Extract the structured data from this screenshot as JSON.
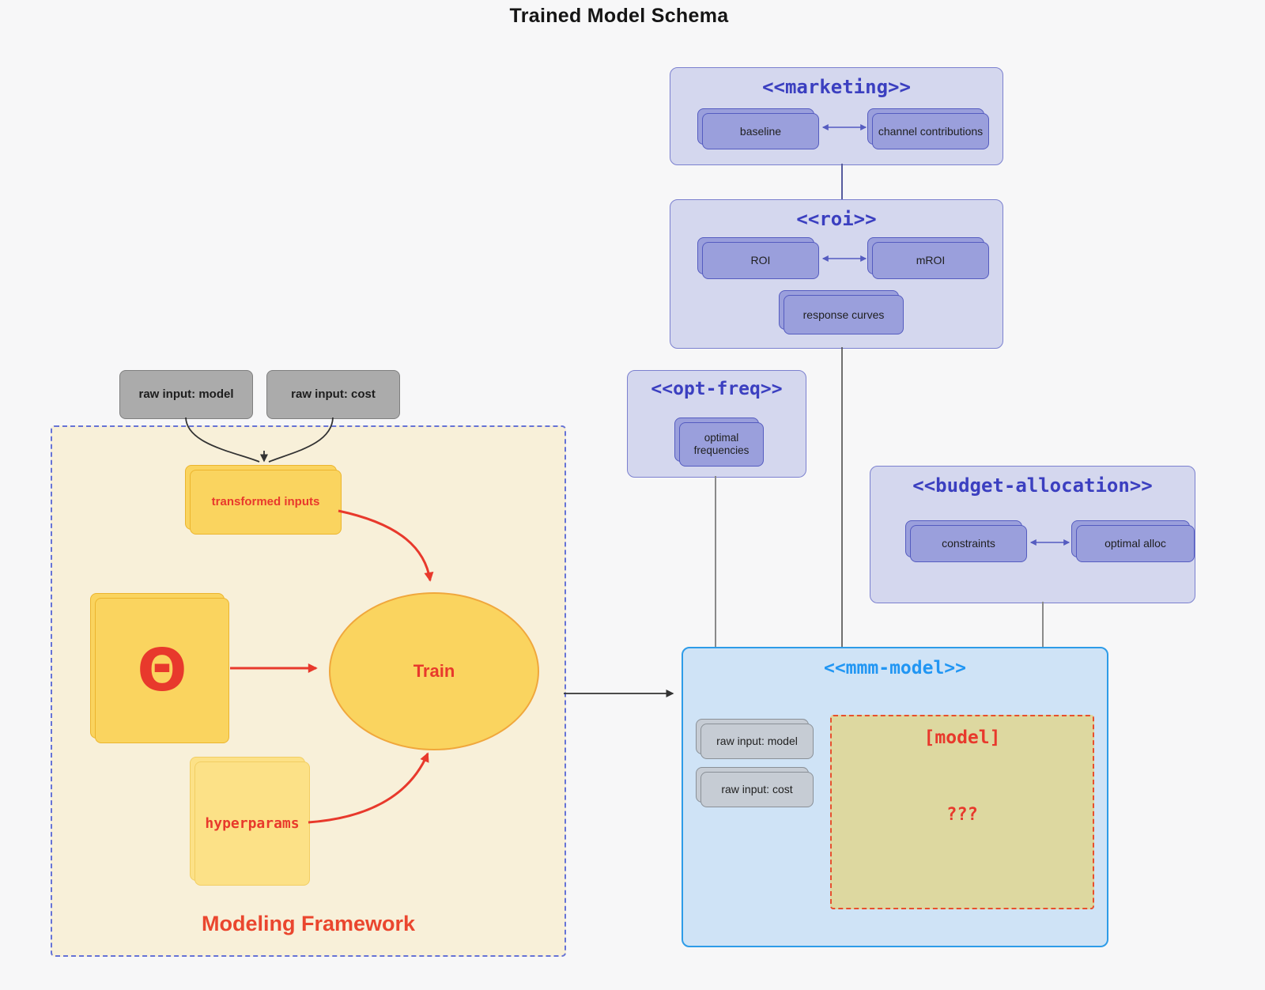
{
  "page": {
    "title": "Trained Model Schema"
  },
  "colors": {
    "background": "#f7f7f8",
    "cluster_lavender_fill": "#d4d7ee",
    "cluster_lavender_border": "#7b80cf",
    "cluster_title_indigo": "#3b3fc0",
    "node_purple_fill": "#9a9fdc",
    "node_purple_border": "#555cc0",
    "mmm_blue_border": "#2e9ce8",
    "mmm_blue_fill": "#cfe3f6",
    "mmm_title_blue": "#2196f3",
    "khaki_fill": "#ddd8a0",
    "red_accent": "#e8392c",
    "yellow_fill": "#fad45f",
    "yellow_light_fill": "#fce187",
    "cream_fill": "#f8f0d9",
    "cream_border": "#6673d6",
    "gray_node_fill": "#ababab",
    "gray_light_node_fill": "#c6ccd4"
  },
  "raw_inputs": {
    "model": "raw input: model",
    "cost": "raw input: cost"
  },
  "marketing": {
    "title": "<<marketing>>",
    "baseline": "baseline",
    "channel_contributions": "channel contributions"
  },
  "roi": {
    "title": "<<roi>>",
    "roi": "ROI",
    "mroi": "mROI",
    "response_curves": "response curves"
  },
  "opt_freq": {
    "title": "<<opt-freq>>",
    "optimal_frequencies": "optimal frequencies"
  },
  "budget_allocation": {
    "title": "<<budget-allocation>>",
    "constraints": "constraints",
    "optimal_alloc": "optimal alloc"
  },
  "mmm_model": {
    "title": "<<mmm-model>>",
    "raw_input_model": "raw input: model",
    "raw_input_cost": "raw input: cost",
    "model_label": "[model]",
    "unknown_label": "???"
  },
  "modeling_framework": {
    "label": "Modeling Framework",
    "transformed_inputs": "transformed inputs",
    "theta": "Θ",
    "train": "Train",
    "hyperparams": "hyperparams"
  }
}
